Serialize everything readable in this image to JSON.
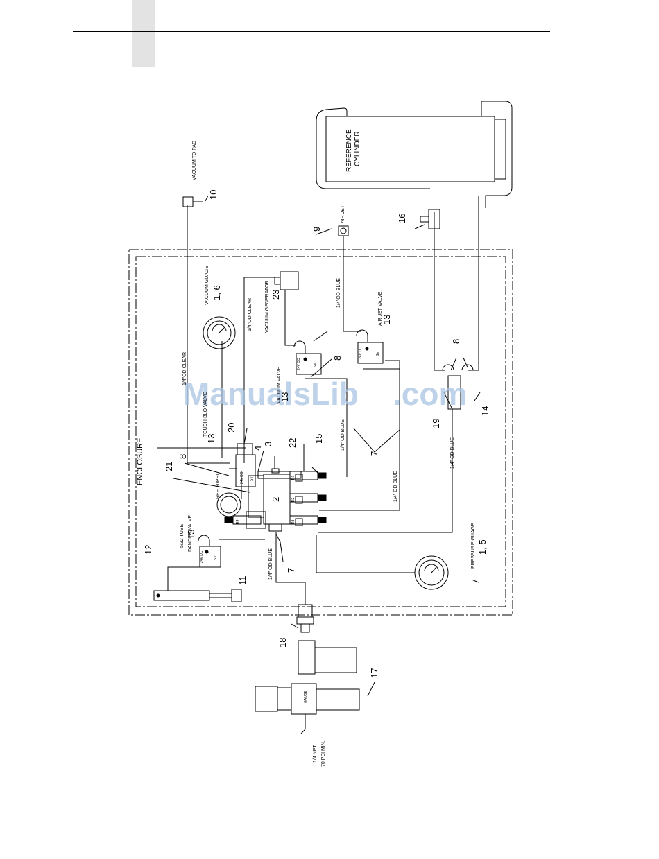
{
  "enclosure_label": "ENCLOSURE",
  "watermark": {
    "main": "ManualsLib",
    "suffix": ".com"
  },
  "callouts": {
    "n1_6": "1, 6",
    "n1_5": "1, 5",
    "n2": "2",
    "n3": "3",
    "n4": "4",
    "n7a": "7",
    "n7b": "7",
    "n8a": "8",
    "n8b": "8",
    "n8c": "8",
    "n9": "9",
    "n10": "10",
    "n11": "11",
    "n12": "12",
    "n13a": "13",
    "n13b": "13",
    "n13c": "13",
    "n13d": "13",
    "n14": "14",
    "n15": "15",
    "n16": "16",
    "n17": "17",
    "n18": "18",
    "n19": "19",
    "n20": "20",
    "n21": "21",
    "n22": "22",
    "n23": "23"
  },
  "labels": {
    "vacuum_to_pad": "VACUUM TO PAD",
    "air_jet": "AIR JET",
    "reference_cylinder_1": "REFERENCE",
    "reference_cylinder_2": "CYLINDER",
    "vacuum_guage": "VACUUM GUAGE",
    "pressure_guage": "PRESSURE GUAGE",
    "vacuum_generator": "VACUUM GENERATOR",
    "air_jet_valve": "AIR JET VALVE",
    "vacuum_valve": "VACUUM VALVE",
    "touch_blo_valve": "TOUCH-BLO VALVE",
    "dancer_valve": "DANCER VALVE",
    "tube_532": "5/32 TUBE",
    "ref_20psi": "REF. 20PSI",
    "tube_14_clear_a": "1/4\"OD CLEAR",
    "tube_14_clear_b": "1/4\"OD CLEAR",
    "tube_14_blue_a": "1/4\"OD BLUE",
    "tube_14_blue_b": "1/4\" OD BLUE",
    "tube_14_blue_c": "1/4\" OD BLUE",
    "tube_14_blue_d": "1/4\" OD BLUE",
    "tube_14_blue_e": "1/4\" OD BLUE",
    "supply_1": "1/4 NPT",
    "supply_2": "70 PSI MIN.",
    "gauge": "GAUGE",
    "valve_top": "24V DC",
    "valve_sv": "SV",
    "reg_r1": "R1",
    "reg_r2": "R2",
    "reg_r3": "R3",
    "reg_r4": "R4"
  }
}
